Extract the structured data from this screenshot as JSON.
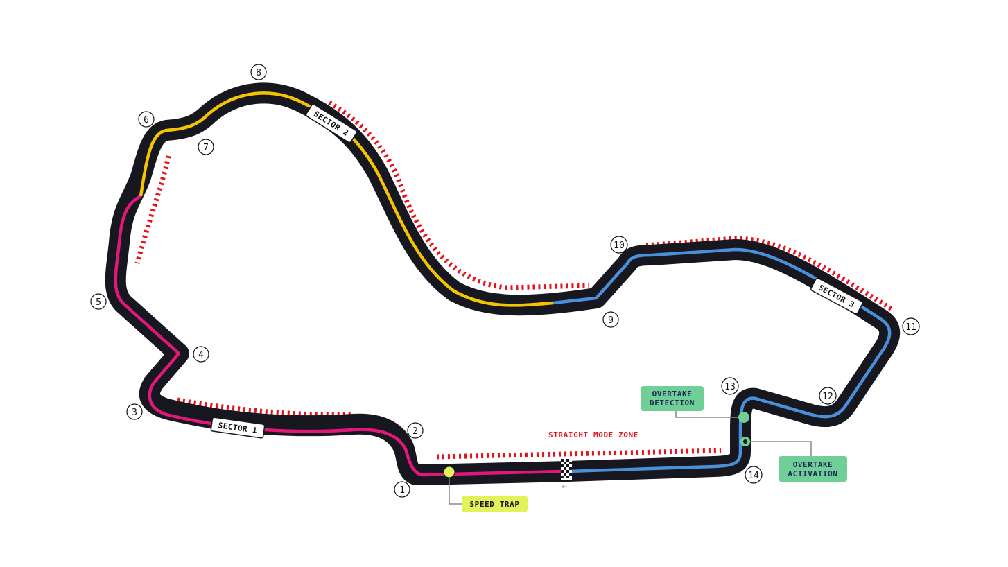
{
  "colors": {
    "track": "#17171f",
    "sector1": "#e2177a",
    "sector2": "#f5c400",
    "sector3": "#4a90d9",
    "drs": "#e8111b",
    "speed_trap": "#e2f25a",
    "overtake": "#6fcf97",
    "callout_text": "#1e2a5a"
  },
  "sectors": [
    {
      "id": 1,
      "label": "SECTOR 1"
    },
    {
      "id": 2,
      "label": "SECTOR 2"
    },
    {
      "id": 3,
      "label": "SECTOR 3"
    }
  ],
  "turns": [
    "1",
    "2",
    "3",
    "4",
    "5",
    "6",
    "7",
    "8",
    "9",
    "10",
    "11",
    "12",
    "13",
    "14"
  ],
  "zones": {
    "straight_mode": "STRAIGHT MODE ZONE"
  },
  "callouts": {
    "speed_trap": "SPEED TRAP",
    "overtake_detection_line1": "OVERTAKE",
    "overtake_detection_line2": "DETECTION",
    "overtake_activation_line1": "OVERTAKE",
    "overtake_activation_line2": "ACTIVATION"
  },
  "direction_arrow": "←"
}
